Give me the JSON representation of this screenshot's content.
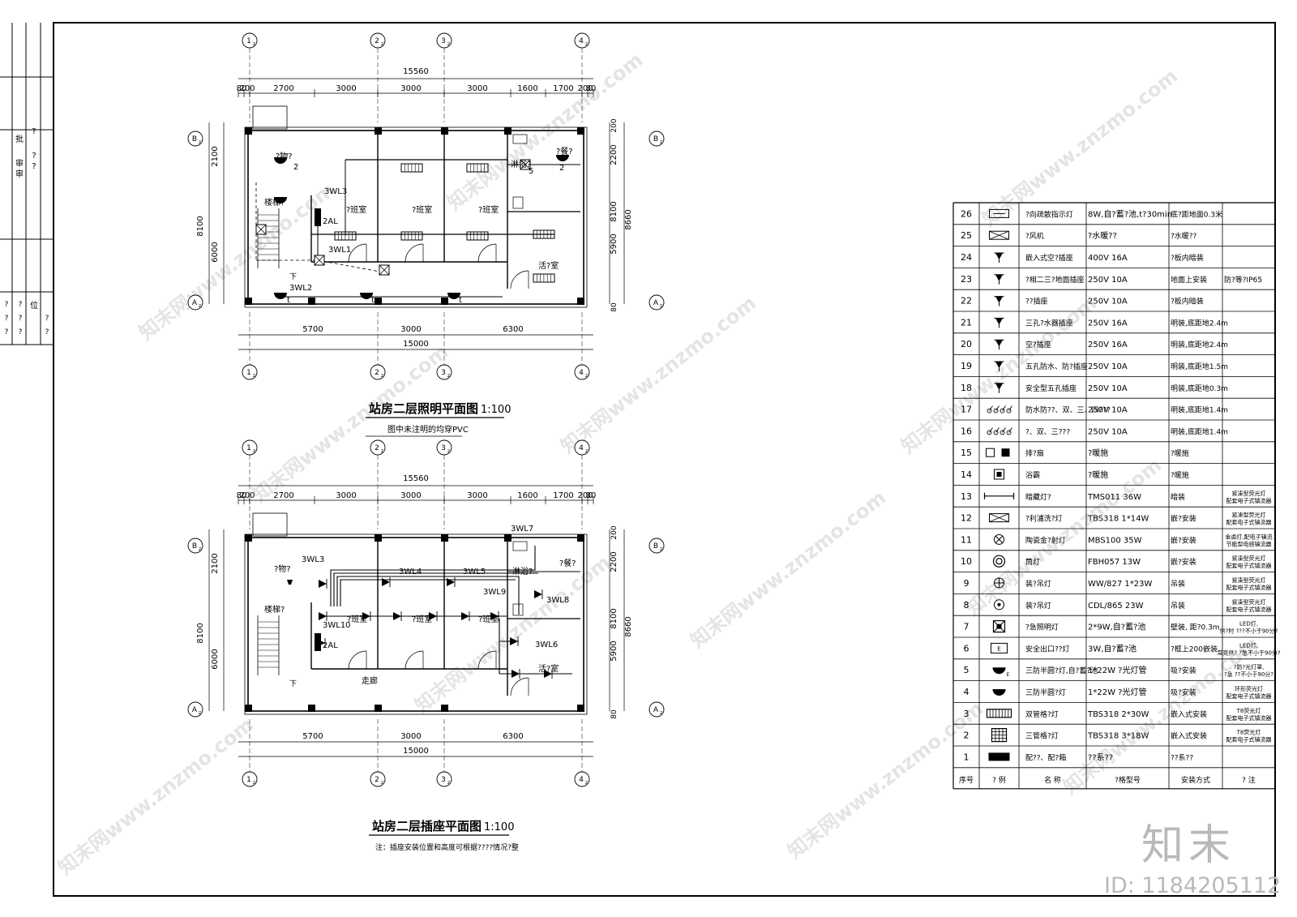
{
  "side_panel": {
    "marks_top": [
      "?",
      "?",
      "?"
    ],
    "marks_mid": [
      "批",
      "审",
      "审"
    ],
    "marks_low": [
      "?",
      "?",
      "?",
      "?",
      "?",
      "?",
      "?",
      "?"
    ],
    "col_label": "位"
  },
  "plan_common": {
    "axes_top": [
      "1",
      "2",
      "3",
      "4"
    ],
    "axes_side": [
      "B",
      "A"
    ],
    "axis_sub": "z",
    "dims_top": [
      "80",
      "200",
      "2700",
      "3000",
      "3000",
      "3000",
      "1600",
      "1700",
      "200",
      "80"
    ],
    "total_top": "15560",
    "dims_bottom": [
      "5700",
      "3000",
      "6300"
    ],
    "total_bottom": "15000",
    "dims_left": [
      "2100",
      "6000",
      "8100"
    ],
    "dims_right": [
      "200",
      "80",
      "2200",
      "5900",
      "8100",
      "8660",
      "80",
      "200"
    ]
  },
  "plan1": {
    "title": "站房二层照明平面图",
    "scale": "1:100",
    "note": "图中未注明的均穿PVC",
    "labels": [
      "3WL3",
      "2AL",
      "3WL1",
      "3WL2",
      "?班室",
      "?班室",
      "?班室",
      "?物?",
      "?餐?",
      "活?室",
      "淋浴?",
      "2",
      "2",
      "5",
      "t",
      "t",
      "t",
      "下"
    ],
    "stair": "楼梯?"
  },
  "plan2": {
    "title": "站房二层插座平面图",
    "scale": "1:100",
    "note": "注：插座安装位置和高度可根据????情况?整",
    "labels": [
      "3WL3",
      "3WL4",
      "3WL5",
      "3WL7",
      "3WL8",
      "3WL9",
      "3WL6",
      "3WL10",
      "2AL",
      "?班室",
      "?班室",
      "?班室",
      "?物?",
      "?餐?",
      "活?室",
      "淋浴?",
      "走廊",
      "下"
    ],
    "stair": "楼梯?"
  },
  "legend": {
    "headers": [
      "序号",
      "?  例",
      "名      称",
      "?格型号",
      "安装方式",
      "?      注"
    ],
    "rows": [
      {
        "no": "26",
        "icon": "exit-sign",
        "name": "?向疏散指示灯",
        "model": "8W,自?蓄?池,t?30min",
        "install": "底?距地面0.3米",
        "remark": ""
      },
      {
        "no": "25",
        "icon": "fan",
        "name": "?风机",
        "model": "?水暖??",
        "install": "?水暖??",
        "remark": ""
      },
      {
        "no": "24",
        "icon": "ac-socket",
        "name": "嵌入式空?插座",
        "model": "400V   16A",
        "install": "?板内暗装",
        "remark": ""
      },
      {
        "no": "23",
        "icon": "floor-socket",
        "name": "?相二三?地面插座",
        "model": "250V   10A",
        "install": "地面上安装",
        "remark": "防?等?IP65"
      },
      {
        "no": "22",
        "icon": "socket",
        "name": "??插座",
        "model": "250V   10A",
        "install": "?板内暗装",
        "remark": ""
      },
      {
        "no": "21",
        "icon": "socket",
        "name": "三孔?水器插座",
        "model": "250V   16A",
        "install": "明装,底距地2.4m",
        "remark": ""
      },
      {
        "no": "20",
        "icon": "socket",
        "name": "空?插座",
        "model": "250V   16A",
        "install": "明装,底距地2.4m",
        "remark": ""
      },
      {
        "no": "19",
        "icon": "socket",
        "name": "五孔防水、防?插座",
        "model": "250V   10A",
        "install": "明装,底距地1.5m",
        "remark": ""
      },
      {
        "no": "18",
        "icon": "socket",
        "name": "安全型五孔插座",
        "model": "250V   10A",
        "install": "明装,底距地0.3m",
        "remark": ""
      },
      {
        "no": "17",
        "icon": "switch",
        "name": "防水防??、双、三、四???",
        "model": "250V   10A",
        "install": "明装,底距地1.4m",
        "remark": ""
      },
      {
        "no": "16",
        "icon": "switch",
        "name": "?、双、三???",
        "model": "250V   10A",
        "install": "明装,底距地1.4m",
        "remark": ""
      },
      {
        "no": "15",
        "icon": "heater",
        "name": "排?扇",
        "model": "?暖施",
        "install": "?暖施",
        "remark": ""
      },
      {
        "no": "14",
        "icon": "bath",
        "name": "浴霸",
        "model": "?暖施",
        "install": "?暖施",
        "remark": ""
      },
      {
        "no": "13",
        "icon": "tube",
        "name": "暗藏灯?",
        "model": "TMS011   36W",
        "install": "暗装",
        "remark": "紧凑型荧光灯 配套电子式镇流器"
      },
      {
        "no": "12",
        "icon": "mirror",
        "name": "?利浦洗?灯",
        "model": "TBS318   1*14W",
        "install": "嵌?安装",
        "remark": "紧凑型荧光灯 配套电子式镇流器"
      },
      {
        "no": "11",
        "icon": "porcelain",
        "name": "陶瓷金?射灯",
        "model": "MBS100  35W",
        "install": "嵌?安装",
        "remark": "金卤灯,配电子镇流 节能型电感镇流器"
      },
      {
        "no": "10",
        "icon": "downlight",
        "name": "筒灯",
        "model": "FBH057   13W",
        "install": "嵌?安装",
        "remark": "紧凑型荧光灯 配套电子式镇流器"
      },
      {
        "no": "9",
        "icon": "pendant",
        "name": "装?吊灯",
        "model": "WW/827   1*23W",
        "install": "吊装",
        "remark": "紧凑型荧光灯 配套电子式镇流器"
      },
      {
        "no": "8",
        "icon": "ceiling",
        "name": "装?吊灯",
        "model": "CDL/865   23W",
        "install": "吊装",
        "remark": "紧凑型荧光灯 配套电子式镇流器"
      },
      {
        "no": "7",
        "icon": "emergency",
        "name": "?急照明灯",
        "model": "2*9W,自?蓄?池",
        "install": "壁装, 距?0.3m",
        "remark": "LED灯, 供?时 ???不小于90分?"
      },
      {
        "no": "6",
        "icon": "exit",
        "name": "安全出口??灯",
        "model": "3W,自?蓄?池",
        "install": "?框上200嵌装",
        "remark": "LED灯, 常亮供? ?急不小于90分?"
      },
      {
        "no": "5",
        "icon": "halfE",
        "name": "三防半圆?灯,自?蓄?池",
        "model": "1*22W  ?光灯管",
        "install": "吸?安装",
        "remark": "?防?光灯罩, ?急 ??不小于90分?"
      },
      {
        "no": "4",
        "icon": "half",
        "name": "三防半圆?灯",
        "model": "1*22W  ?光灯管",
        "install": "吸?安装",
        "remark": "环形荧光灯 配套电子式镇流器"
      },
      {
        "no": "3",
        "icon": "grille2",
        "name": "双管格?灯",
        "model": "TBS318   2*30W",
        "install": "嵌入式安装",
        "remark": "T8荧光灯 配套电子式镇流器"
      },
      {
        "no": "2",
        "icon": "grille3",
        "name": "三管格?灯",
        "model": "TBS318   3*18W",
        "install": "嵌入式安装",
        "remark": "T8荧光灯 配套电子式镇流器"
      },
      {
        "no": "1",
        "icon": "panel",
        "name": "配??、配?箱",
        "model": "??系??",
        "install": "??系??",
        "remark": ""
      }
    ]
  },
  "watermark": "知末网www.znzmo.com",
  "logo": "知末",
  "id_text": "ID: 1184205112"
}
